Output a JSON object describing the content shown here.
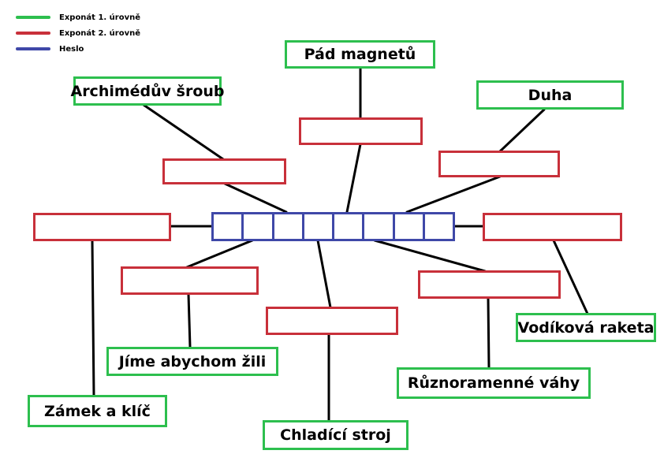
{
  "legend": [
    {
      "label": "Exponát 1. úrovně",
      "color": "#2dbf4e"
    },
    {
      "label": "Exponát 2. úrovně",
      "color": "#c8303a"
    },
    {
      "label": "Heslo",
      "color": "#3f48a8"
    }
  ],
  "heslo": {
    "cell_count": 8,
    "cells": [
      "",
      "",
      "",
      "",
      "",
      "",
      "",
      ""
    ]
  },
  "level1": [
    {
      "id": "archimeduv",
      "label": "Archimédův šroub"
    },
    {
      "id": "pad",
      "label": "Pád magnetů"
    },
    {
      "id": "duha",
      "label": "Duha"
    },
    {
      "id": "vodikova",
      "label": "Vodíková raketa"
    },
    {
      "id": "ruznoramenne",
      "label": "Různoramenné váhy"
    },
    {
      "id": "chladici",
      "label": "Chladící stroj"
    },
    {
      "id": "jime",
      "label": "Jíme abychom žili"
    },
    {
      "id": "zamek",
      "label": "Zámek a klíč"
    }
  ],
  "level2": [
    {
      "id": "r-archimeduv",
      "value": ""
    },
    {
      "id": "r-pad",
      "value": ""
    },
    {
      "id": "r-duha",
      "value": ""
    },
    {
      "id": "r-vodikova",
      "value": ""
    },
    {
      "id": "r-ruznoramenne",
      "value": ""
    },
    {
      "id": "r-chladici",
      "value": ""
    },
    {
      "id": "r-jime",
      "value": ""
    },
    {
      "id": "r-zamek",
      "value": ""
    }
  ],
  "colors": {
    "level1": "#2dbf4e",
    "level2": "#c8303a",
    "heslo": "#3f48a8",
    "connector": "#000000"
  }
}
